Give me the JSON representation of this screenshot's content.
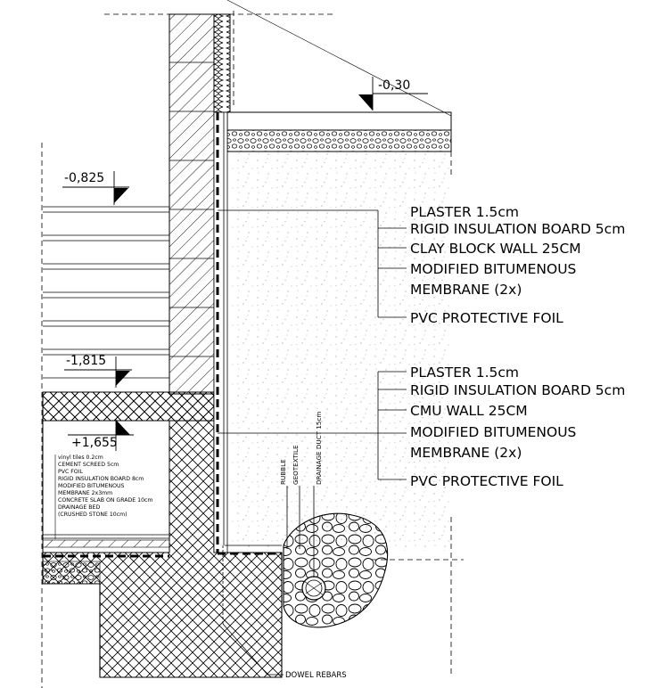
{
  "levels": {
    "l1": "-0,30",
    "l2": "-0,825",
    "l3": "-1,815",
    "l4": "+1,655"
  },
  "callout_upper": [
    "PLASTER 1.5cm",
    "RIGID INSULATION BOARD 5cm",
    "CLAY BLOCK WALL 25CM",
    "MODIFIED BITUMENOUS",
    "MEMBRANE (2x)",
    "PVC PROTECTIVE FOIL"
  ],
  "callout_lower": [
    "PLASTER 1.5cm",
    "RIGID INSULATION BOARD 5cm",
    "CMU WALL 25CM",
    "MODIFIED BITUMENOUS",
    "MEMBRANE (2x)",
    "PVC PROTECTIVE FOIL"
  ],
  "floor_layers": [
    "vinyl tiles 0.2cm",
    "CEMENT SCREED 5cm",
    "PVC FOIL",
    "RIGID INSULATION BOARD 8cm",
    "MODIFIED BITUMENOUS",
    "MEMBRANE 2x3mm",
    "CONCRETE SLAB ON GRADE 10cm",
    "DRAINAGE BED",
    "(CRUSHED STONE 10cm)"
  ],
  "drain_labels": {
    "rubble": "RUBBLE",
    "geotextile": "GEOTEXTILE",
    "duct": "DRAINAGE DUCT 15cm"
  },
  "rebar_label": "DOWEL REBARS",
  "colors": {
    "ink": "#000000",
    "paper": "#ffffff",
    "dim": "#555555"
  }
}
